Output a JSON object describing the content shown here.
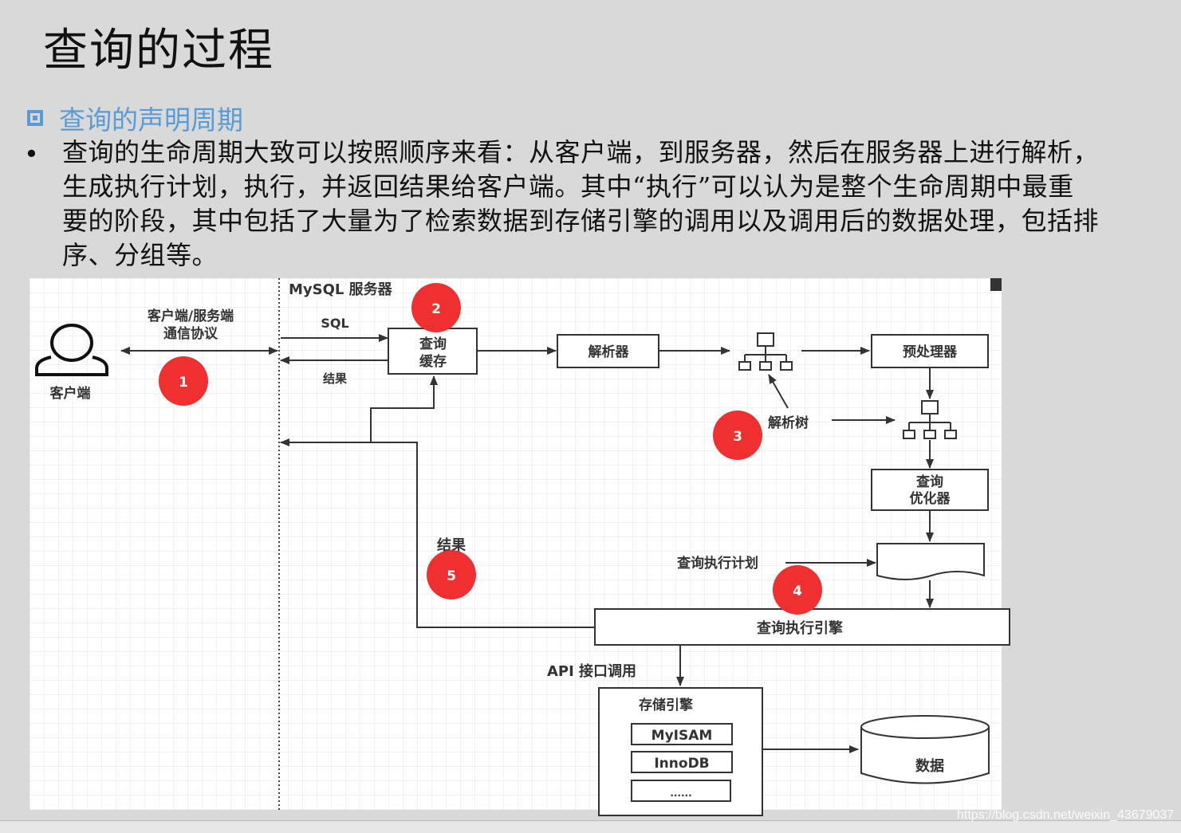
{
  "slide": {
    "title": "查询的过程",
    "subtitle": "查询的声明周期",
    "bullet": "•",
    "paragraph": "查询的生命周期大致可以按照顺序来看：从客户端，到服务器，然后在服务器上进行解析，生成执行计划，执行，并返回结果给客户端。其中“执行”可以认为是整个生命周期中最重要的阶段，其中包括了大量为了检索数据到存储引擎的调用以及调用后的数据处理，包括排序、分组等。"
  },
  "diagram": {
    "client_label": "客户端",
    "protocol_line1": "客户端/服务端",
    "protocol_line2": "通信协议",
    "server_label": "MySQL 服务器",
    "sql_label": "SQL",
    "result_label_top": "结果",
    "cache_line1": "查询",
    "cache_line2": "缓存",
    "parser": "解析器",
    "preprocessor": "预处理器",
    "parse_tree": "解析树",
    "optimizer_line1": "查询",
    "optimizer_line2": "优化器",
    "exec_plan": "查询执行计划",
    "exec_engine": "查询执行引擎",
    "result_label_bottom": "结果",
    "api_call": "API 接口调用",
    "storage_engine": "存储引擎",
    "engines": [
      "MyISAM",
      "InnoDB",
      "......"
    ],
    "data": "数据",
    "steps": [
      "1",
      "2",
      "3",
      "4",
      "5"
    ],
    "step_color": "#f03030"
  },
  "watermark": "https://blog.csdn.net/weixin_43679037"
}
